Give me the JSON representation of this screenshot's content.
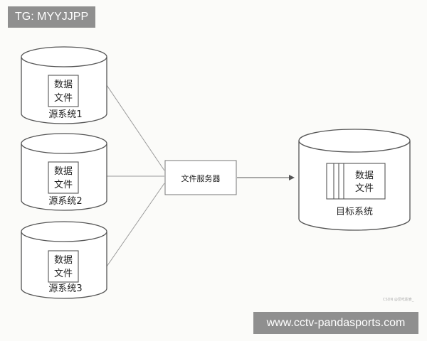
{
  "top_badge": "TG: MYYJJPP",
  "bottom_badge": "www.cctv-pandasports.com",
  "watermark": "CSDN @爱吃甜食_",
  "file_label_line1": "数据",
  "file_label_line2": "文件",
  "sources": [
    {
      "label": "源系统1"
    },
    {
      "label": "源系统2"
    },
    {
      "label": "源系统3"
    }
  ],
  "server": {
    "label": "文件服务器"
  },
  "target": {
    "label": "目标系统"
  },
  "colors": {
    "stroke": "#555555",
    "line": "#9a9a9a",
    "text": "#222222"
  }
}
